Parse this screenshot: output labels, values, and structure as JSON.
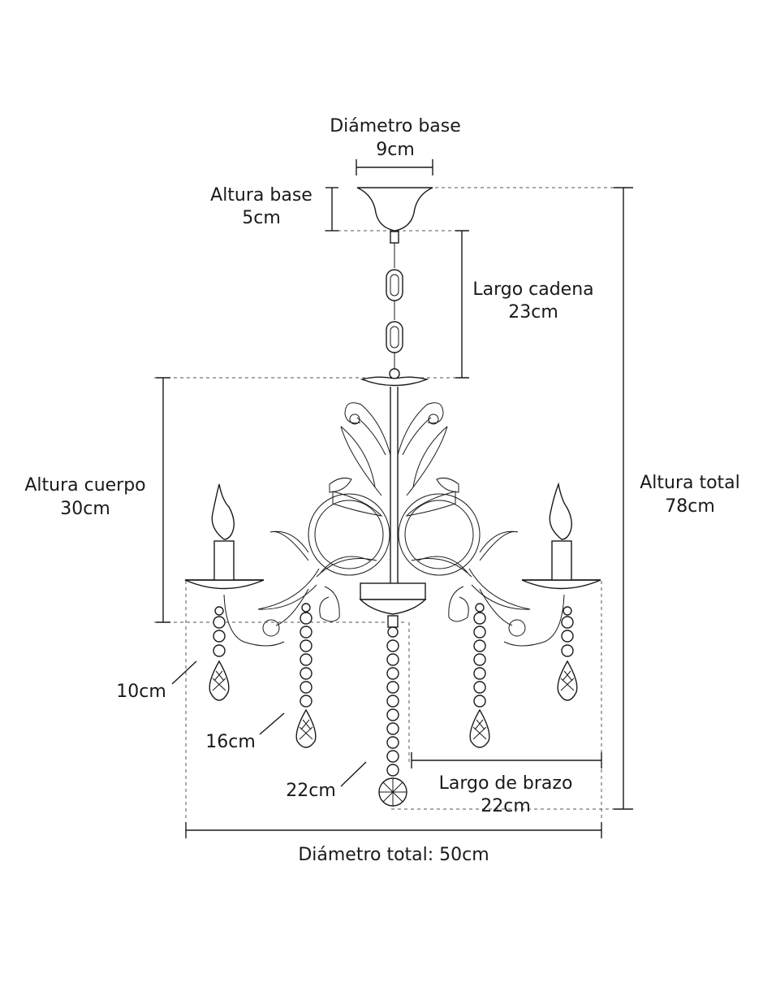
{
  "labels": {
    "base_diameter_title": "Diámetro base",
    "base_diameter_value": "9cm",
    "base_height_title": "Altura base",
    "base_height_value": "5cm",
    "chain_title": "Largo cadena",
    "chain_value": "23cm",
    "body_title": "Altura cuerpo",
    "body_value": "30cm",
    "total_height_title": "Altura total",
    "total_height_value": "78cm",
    "drop_short": "10cm",
    "drop_mid": "16cm",
    "drop_long": "22cm",
    "arm_title": "Largo de brazo",
    "arm_value": "22cm",
    "total_diameter": "Diámetro total: 50cm"
  }
}
